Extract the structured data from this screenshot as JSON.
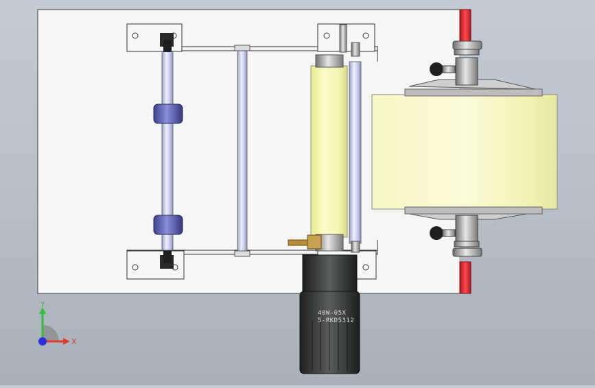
{
  "scene": {
    "model": "labeling-machine-top-view",
    "motor_label_line1": "40W-05X",
    "motor_label_line2": "5-RKD5312",
    "colors": {
      "background": "#bcc3cc",
      "base_plate": "#f4f4f4",
      "roller_highlight": "#f4f5b8",
      "axle_red": "#e3262b",
      "knob": "#1f1f1f",
      "motor": "#2f3030",
      "bearing_blue": "#5c5fb3"
    }
  },
  "triad": {
    "x_label": "X",
    "y_label": "Y",
    "x_color": "#e03b2f",
    "y_color": "#2fbf3a",
    "z_color": "#2b2fd9"
  }
}
